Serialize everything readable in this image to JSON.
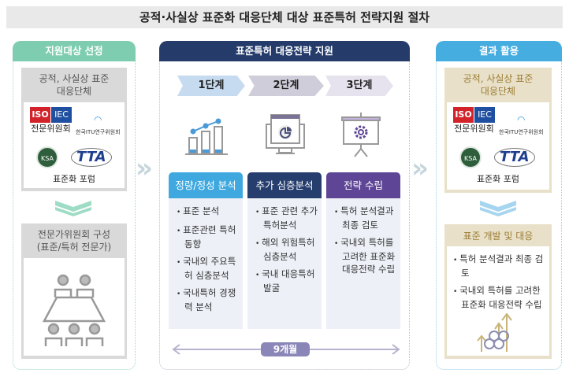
{
  "title": "공적·사실상 표준화 대응단체 대상 표준특허 전략지원 절차",
  "left": {
    "header": "지원대상 선정",
    "box1_title": "공적, 사실상 표준 대응단체",
    "box1_title_l1": "공적, 사실상 표준",
    "box1_title_l2": "대응단체",
    "logos": {
      "iso": "ISO",
      "iec": "IEC",
      "committee": "전문위원회",
      "itu": "한국ITU연구위원회",
      "ksa": "KSA",
      "tta": "TTA",
      "forum": "표준화 포럼"
    },
    "box2_title_l1": "전문가위원회 구성",
    "box2_title_l2": "(표준/특허 전문가)"
  },
  "middle": {
    "header": "표준특허 대응전략 지원",
    "steps": [
      "1단계",
      "2단계",
      "3단계"
    ],
    "columns": [
      {
        "title": "정량/정성 분석",
        "color": "#3fa9df",
        "items": [
          "표준 분석",
          "표준관련 특허동향",
          "국내외 주요특허 심층분석",
          "국내특허 경쟁력 분석"
        ]
      },
      {
        "title": "추가 심층분석",
        "color": "#263e6e",
        "items": [
          "표준 관련 추가 특허분석",
          "해외 위험특허 심층분석",
          "국내 대응특허 발굴"
        ]
      },
      {
        "title": "전략 수립",
        "color": "#5e4596",
        "items": [
          "특허 분석결과 최종 검토",
          "국내외 특허를 고려한 표준화 대응전략 수립"
        ]
      }
    ],
    "duration": "9개월"
  },
  "right": {
    "header": "결과 활용",
    "box1_title_l1": "공적, 사실상 표준",
    "box1_title_l2": "대응단체",
    "box2_title": "표준 개발 및 대응",
    "items": [
      "특허 분석결과 최종 검토",
      "국내외 특허를 고려한 표준화 대응전략 수립"
    ]
  },
  "colors": {
    "green": "#7fcdb0",
    "navy": "#253c6b",
    "blue": "#45ade0",
    "beige": "#e8e0c8",
    "gold": "#9b7d35"
  }
}
